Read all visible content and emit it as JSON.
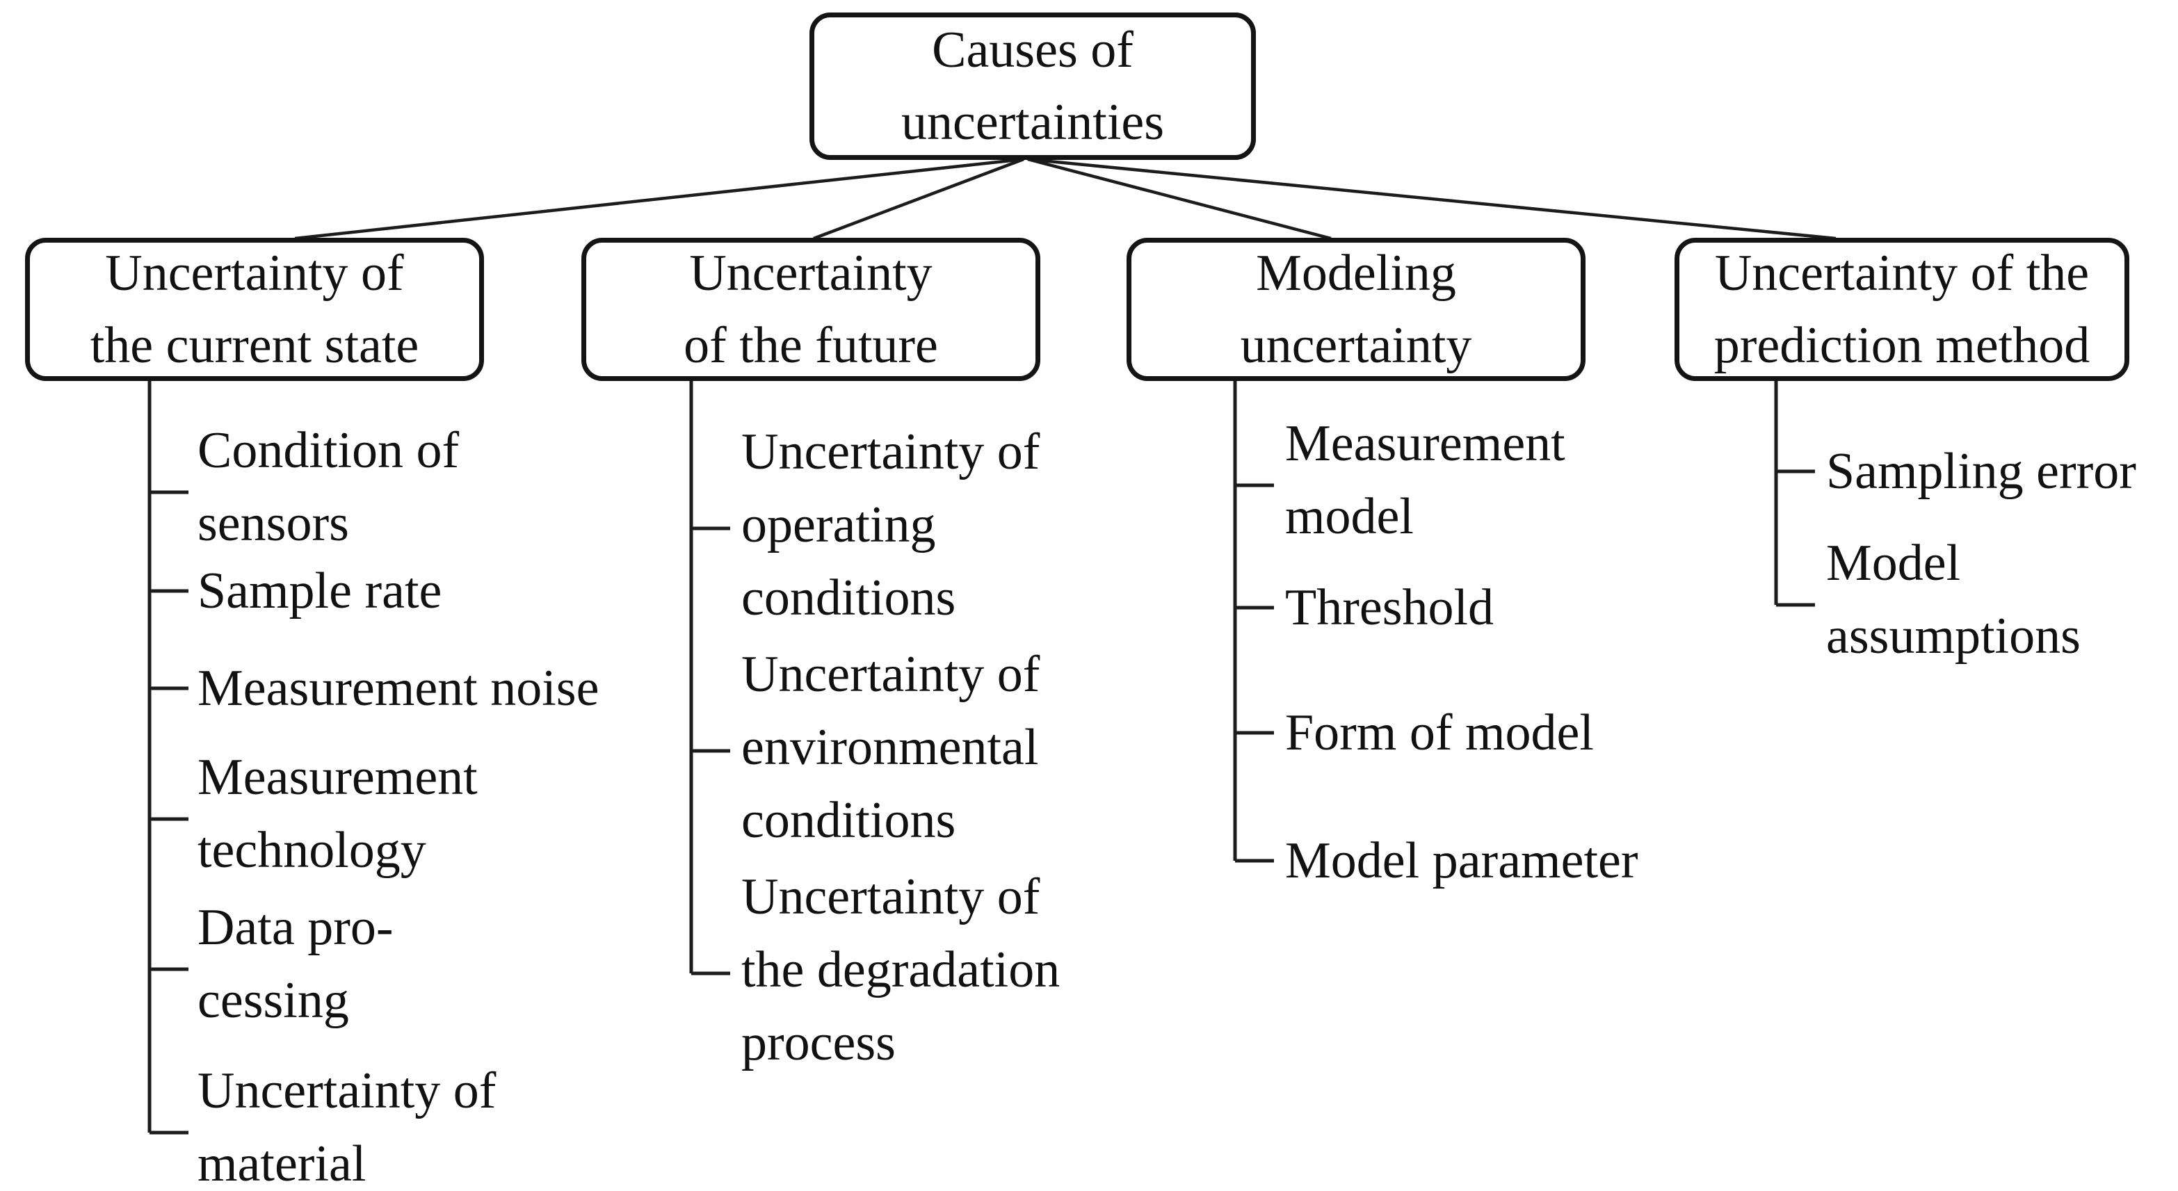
{
  "figure": {
    "title": "Causes of uncertainties tree diagram",
    "line_color": "#1c1c1c",
    "root": {
      "label": "Causes of\nuncertainties"
    },
    "branches": [
      {
        "label": "Uncertainty of\nthe current state",
        "items": [
          "Condition of\nsensors",
          "Sample rate",
          "Measurement noise",
          "Measurement\ntechnology",
          "Data pro-\ncessing",
          "Uncertainty of\nmaterial"
        ]
      },
      {
        "label": "Uncertainty\nof the future",
        "items": [
          "Uncertainty of\noperating\nconditions",
          "Uncertainty of\nenvironmental\nconditions",
          "Uncertainty of\nthe degradation\nprocess"
        ]
      },
      {
        "label": "Modeling\nuncertainty",
        "items": [
          "Measurement\nmodel",
          "Threshold",
          "Form of model",
          "Model parameter"
        ]
      },
      {
        "label": "Uncertainty of the\nprediction method",
        "items": [
          "Sampling error",
          "Model\nassumptions"
        ]
      }
    ]
  }
}
